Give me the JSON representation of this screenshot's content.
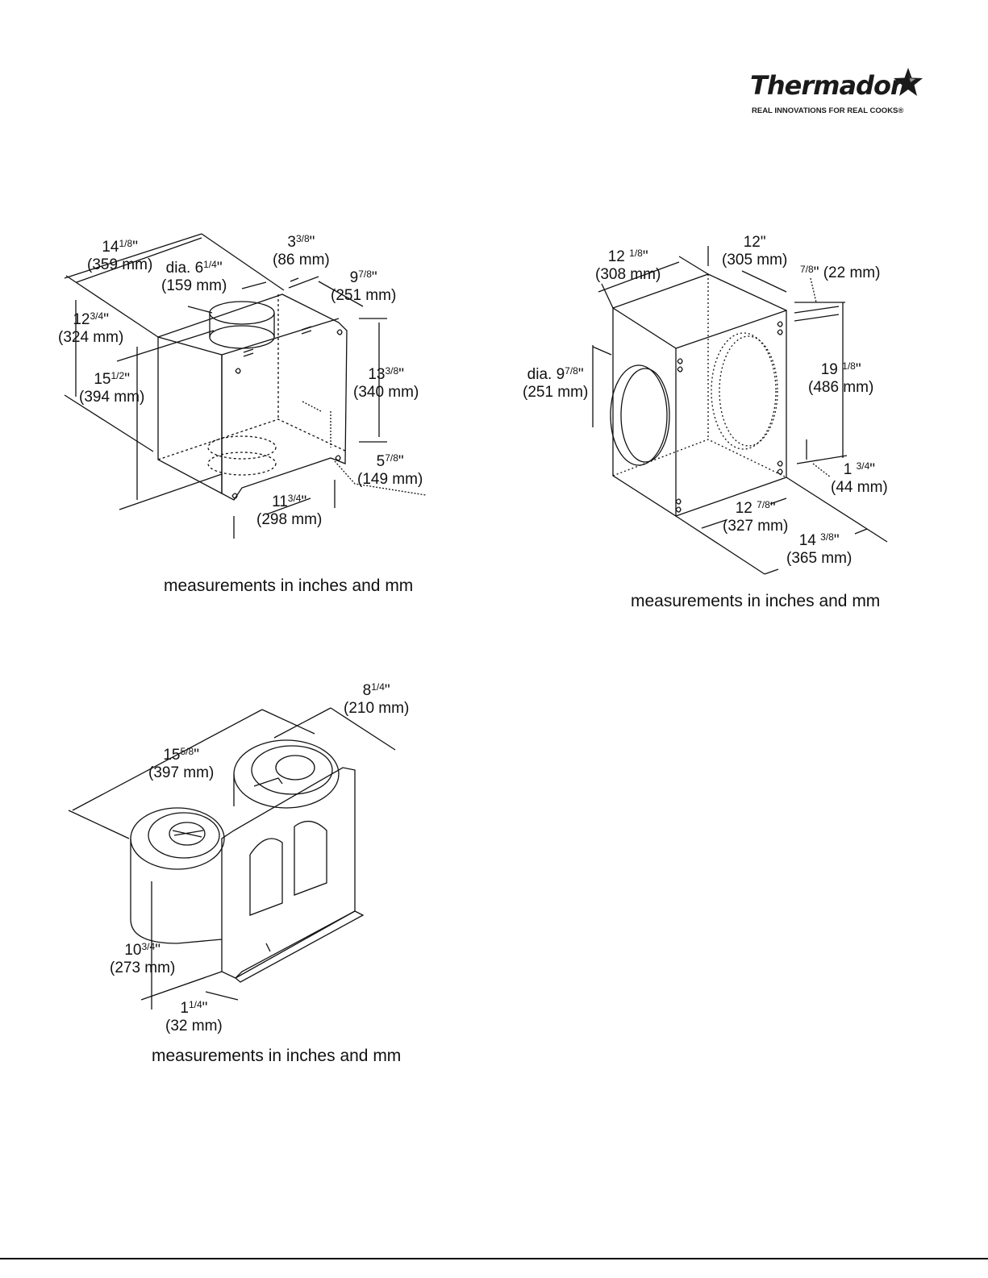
{
  "brand": {
    "name": "Thermador",
    "tagline": "REAL INNOVATIONS FOR REAL COOKS"
  },
  "figures": [
    {
      "labels": [
        {
          "whole": "14",
          "frac": "1/8",
          "mm": "(359 mm)"
        },
        {
          "prefix": "dia. ",
          "whole": "6",
          "frac": "1/4",
          "mm": "(159 mm)"
        },
        {
          "whole": "3",
          "frac": "3/8",
          "mm": "(86 mm)"
        },
        {
          "whole": "9",
          "frac": "7/8",
          "mm": "(251 mm)"
        },
        {
          "whole": "12",
          "frac": "3/4",
          "mm": "(324 mm)"
        },
        {
          "whole": "15",
          "frac": "1/2",
          "mm": "(394 mm)"
        },
        {
          "whole": "13",
          "frac": "3/8",
          "mm": "(340 mm)"
        },
        {
          "whole": "5",
          "frac": "7/8",
          "mm": "(149 mm)"
        },
        {
          "whole": "11",
          "frac": "3/4",
          "mm": "(298 mm)"
        }
      ],
      "caption": "measurements in inches and mm"
    },
    {
      "labels": [
        {
          "whole": "12",
          "frac": "1/8",
          "mm": "(308 mm)"
        },
        {
          "whole": "12",
          "frac": "",
          "mm": "(305 mm)"
        },
        {
          "whole": "",
          "frac": "7/8",
          "mm": "(22 mm)"
        },
        {
          "prefix": "dia. ",
          "whole": "9",
          "frac": "7/8",
          "mm": "(251 mm)"
        },
        {
          "whole": "19",
          "frac": "1/8",
          "mm": "(486 mm)"
        },
        {
          "whole": "1",
          "frac": "3/4",
          "mm": "(44 mm)"
        },
        {
          "whole": "12",
          "frac": "7/8",
          "mm": "(327 mm)"
        },
        {
          "whole": "14",
          "frac": "3/8",
          "mm": "(365 mm)"
        }
      ],
      "caption": "measurements in inches and mm"
    },
    {
      "labels": [
        {
          "whole": "8",
          "frac": "1/4",
          "mm": "(210 mm)"
        },
        {
          "whole": "15",
          "frac": "5/8",
          "mm": "(397 mm)"
        },
        {
          "whole": "10",
          "frac": "3/4",
          "mm": "(273 mm)"
        },
        {
          "whole": "1",
          "frac": "1/4",
          "mm": "(32 mm)"
        }
      ],
      "caption": "measurements in inches and mm"
    }
  ]
}
